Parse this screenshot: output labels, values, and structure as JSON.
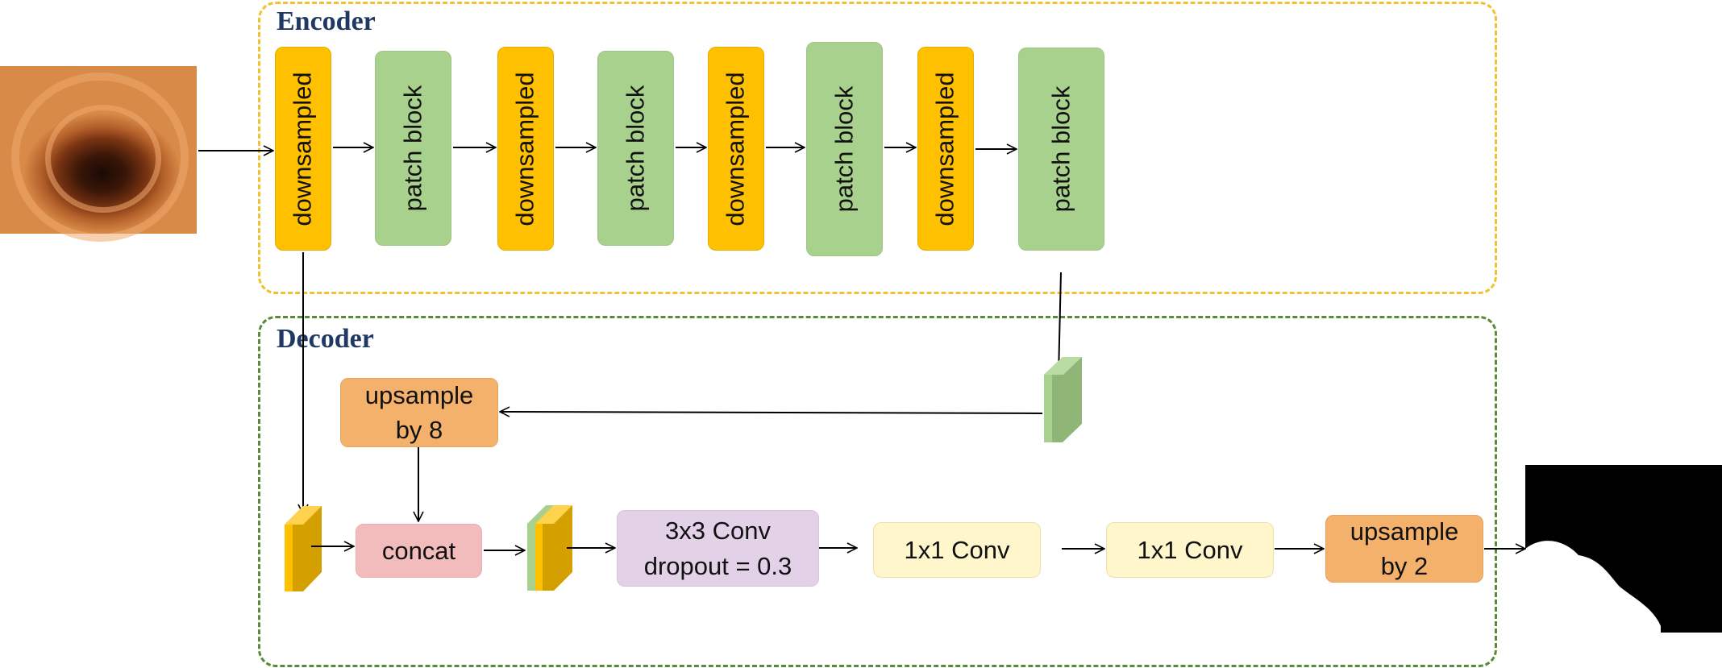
{
  "encoder": {
    "title": "Encoder",
    "blocks": [
      {
        "kind": "downsample",
        "label": "downsampled"
      },
      {
        "kind": "patch",
        "label": "patch block"
      },
      {
        "kind": "downsample",
        "label": "downsampled"
      },
      {
        "kind": "patch",
        "label": "patch block"
      },
      {
        "kind": "downsample",
        "label": "downsampled"
      },
      {
        "kind": "patch",
        "label": "patch block"
      },
      {
        "kind": "downsample",
        "label": "downsampled"
      },
      {
        "kind": "patch",
        "label": "patch block"
      }
    ]
  },
  "decoder": {
    "title": "Decoder",
    "upsample_8": "upsample\nby 8",
    "concat": "concat",
    "conv3": "3x3 Conv\ndropout = 0.3",
    "conv1_a": "1x1 Conv",
    "conv1_b": "1x1 Conv",
    "upsample_2": "upsample\nby 2"
  },
  "colors": {
    "downsample": "#ffc000",
    "patch_block": "#a9d18e",
    "upsample": "#f4b16c",
    "concat": "#f2bcbc",
    "conv3": "#e3d1e8",
    "conv1": "#fff6cc",
    "encoder_border": "#f2c12e",
    "decoder_border": "#5a8a3a",
    "title": "#1f3864"
  }
}
